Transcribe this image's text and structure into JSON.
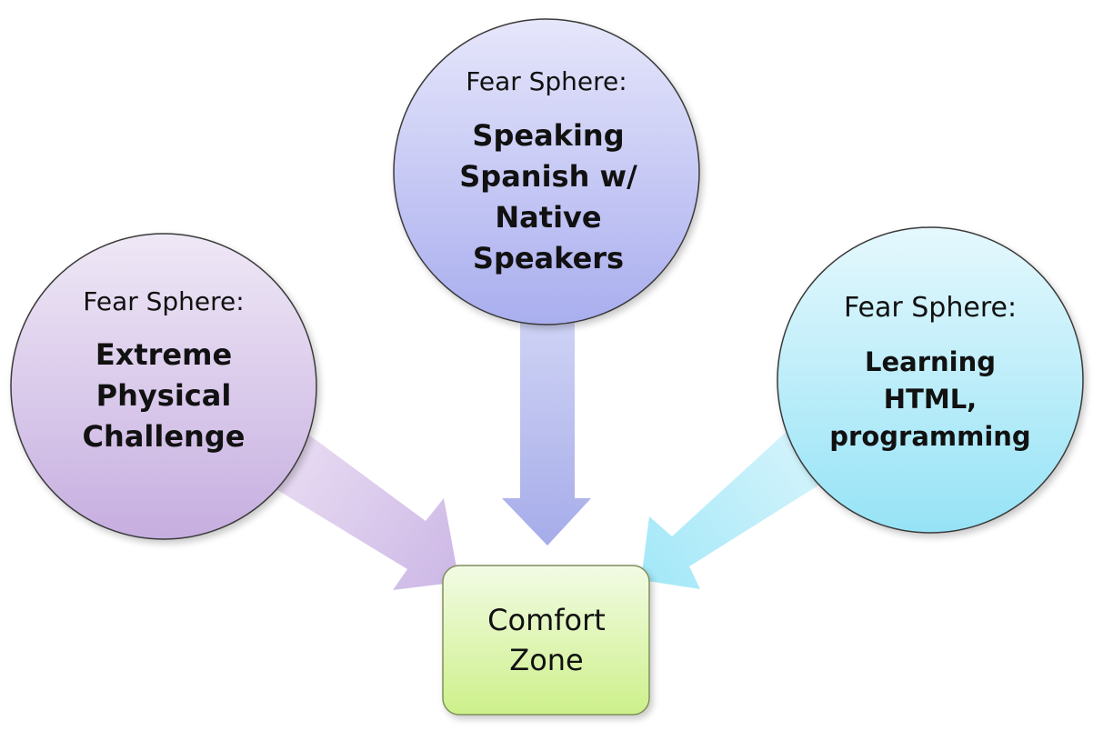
{
  "diagram": {
    "spheres": [
      {
        "id": "left",
        "label": "Fear Sphere:",
        "title_lines": [
          "Extreme",
          "Physical",
          "Challenge"
        ],
        "fill_top": "#efe8f6",
        "fill_bottom": "#c6aee0",
        "stroke": "#3a3a3a"
      },
      {
        "id": "top",
        "label": "Fear Sphere:",
        "title_lines": [
          "Speaking",
          "Spanish w/",
          "Native",
          "Speakers"
        ],
        "fill_top": "#e6e6fb",
        "fill_bottom": "#a9aeee",
        "stroke": "#3a3a3a"
      },
      {
        "id": "right",
        "label": "Fear Sphere:",
        "title_lines": [
          "Learning",
          "HTML,",
          "programming"
        ],
        "fill_top": "#e4f8fd",
        "fill_bottom": "#96e3f6",
        "stroke": "#3a3a3a"
      }
    ],
    "target": {
      "lines": [
        "Comfort",
        "Zone"
      ],
      "fill_top": "#f2fbe4",
      "fill_bottom": "#cdf08a",
      "stroke": "#7f8f5a"
    },
    "arrow_colors": {
      "left": [
        "#e9ddf3",
        "#cdb8e6"
      ],
      "top": [
        "#d2d6f6",
        "#a6ace9"
      ],
      "right": [
        "#d7f4fc",
        "#a3e8f8"
      ]
    }
  }
}
